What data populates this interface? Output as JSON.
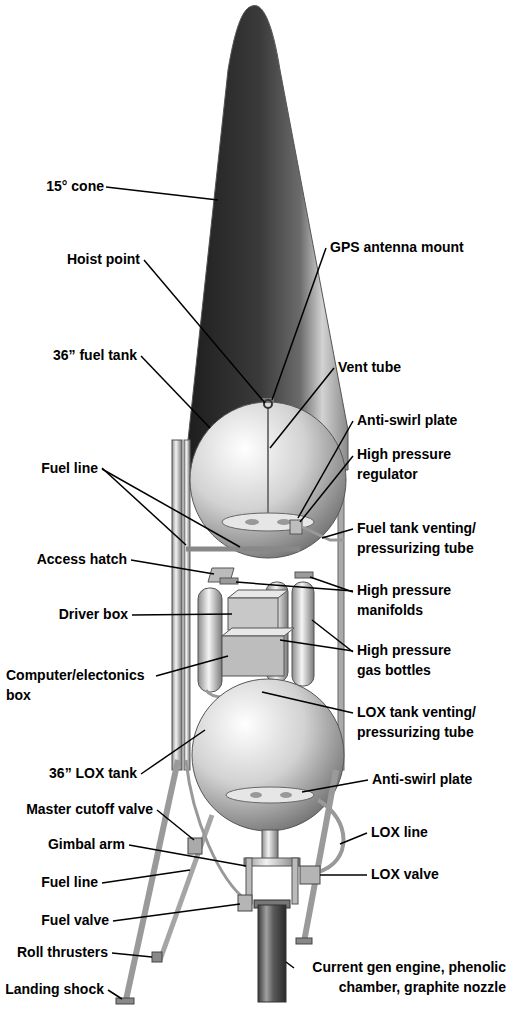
{
  "diagram": {
    "labels": [
      "15° cone",
      "Hoist point",
      "GPS antenna mount",
      "36” fuel tank",
      "Vent tube",
      "Anti-swirl plate",
      "Fuel line",
      "High pressure regulator",
      "Fuel tank venting/ pressurizing tube",
      "Access hatch",
      "High pressure manifolds",
      "Driver box",
      "High pressure gas bottles",
      "Computer/electonics box",
      "LOX tank venting/ pressurizing tube",
      "36” LOX tank",
      "Anti-swirl plate",
      "Master cutoff valve",
      "LOX line",
      "Gimbal arm",
      "LOX valve",
      "Fuel line",
      "Fuel valve",
      "Roll thrusters",
      "Current gen engine, phenolic chamber, graphite nozzle",
      "Landing shock"
    ]
  }
}
